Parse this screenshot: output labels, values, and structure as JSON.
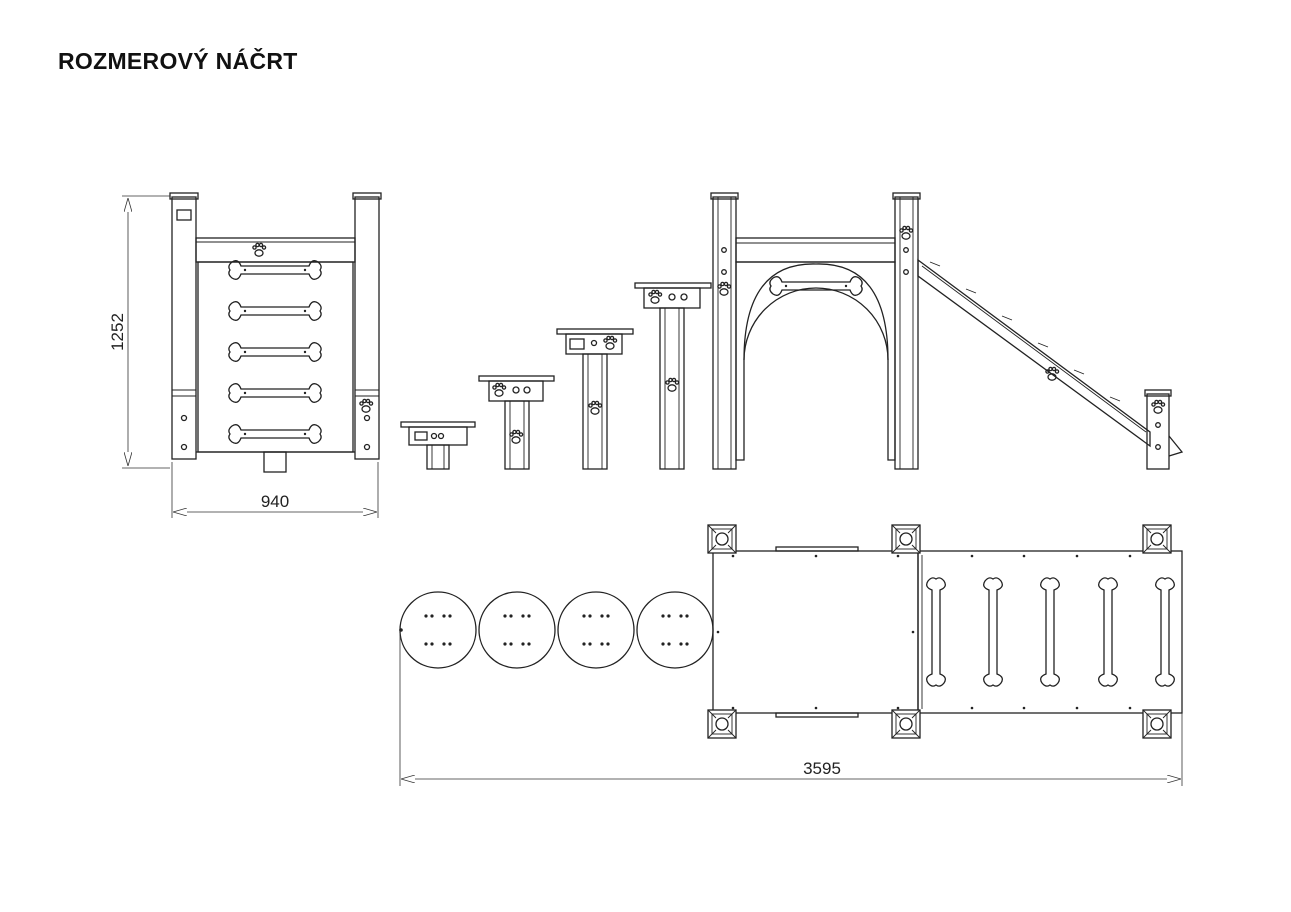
{
  "title": "ROZMEROVÝ NÁČRT",
  "dimensions": {
    "height": "1252",
    "front_width": "940",
    "total_length": "3595"
  },
  "colors": {
    "line": "#222222",
    "background": "#ffffff"
  }
}
